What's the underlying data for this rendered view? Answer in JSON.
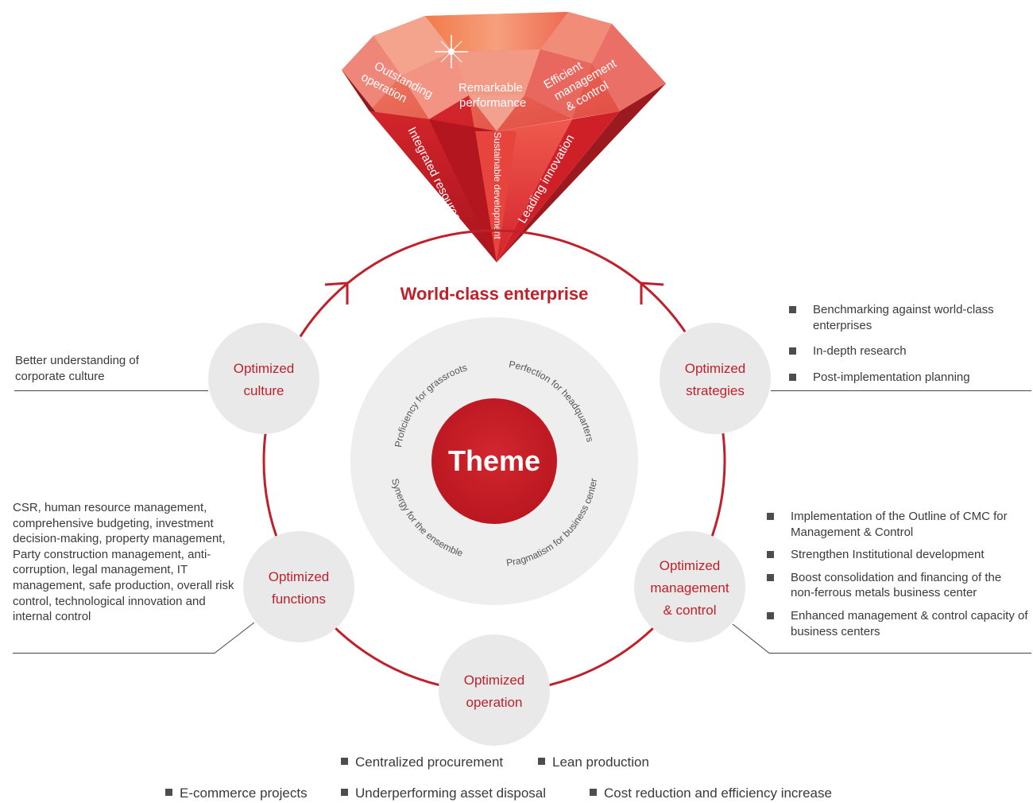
{
  "diamond": {
    "crown_labels": [
      "Outstanding operation",
      "Remarkable performance",
      "Efficient management & control"
    ],
    "pavilion_labels": [
      "Integrated resources",
      "Sustainable development",
      "Leading innovation"
    ]
  },
  "ring": {
    "title": "World-class enterprise"
  },
  "center": {
    "theme": "Theme",
    "arc_labels": [
      "Proficiency for grassroots",
      "Perfection for headquarters",
      "Synergy for the ensemble",
      "Pragmatism for business center"
    ]
  },
  "nodes": {
    "culture": [
      "Optimized",
      "culture"
    ],
    "strategies": [
      "Optimized",
      "strategies"
    ],
    "functions": [
      "Optimized",
      "functions"
    ],
    "management": [
      "Optimized",
      "management",
      "& control"
    ],
    "operation": [
      "Optimized",
      "operation"
    ]
  },
  "callouts": {
    "culture": "Better understanding of corporate culture",
    "strategies": [
      "Benchmarking against world-class enterprises",
      "In-depth research",
      "Post-implementation planning"
    ],
    "functions": "CSR, human resource management, comprehensive budgeting, investment decision-making, property management, Party construction management, anti-corruption, legal management, IT management, safe production, overall risk control, technological innovation and internal control",
    "management": [
      "Implementation of the Outline of CMC for Management & Control",
      "Strengthen Institutional development",
      "Boost consolidation and financing of the non-ferrous metals business center",
      "Enhanced management & control capacity of business centers"
    ],
    "operation": [
      "Centralized procurement",
      "Lean production",
      "E-commerce projects",
      "Underperforming asset disposal",
      "Cost reduction and efficiency increase"
    ]
  },
  "colors": {
    "accent_red": "#c0202a",
    "node_fill": "#e9e9e9",
    "inner_disc": "#eeeeee",
    "text_dark": "#3a3a3a",
    "bullet": "#4d4d4d"
  },
  "icons": [
    "gem-icon",
    "bullet-square-icon",
    "arrow-chevron-icon"
  ]
}
